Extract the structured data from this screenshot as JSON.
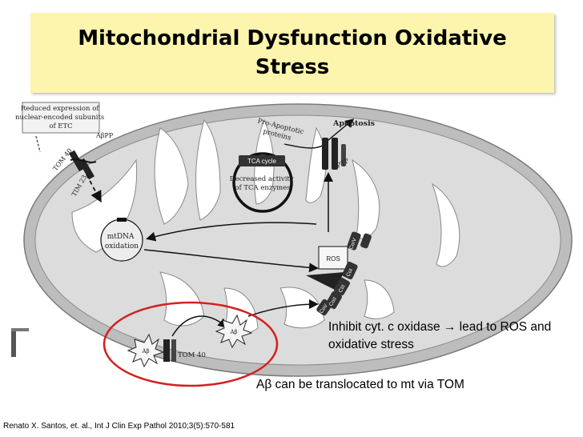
{
  "title": "Mitochondrial Dysfunction Oxidative Stress",
  "diagram": {
    "reduced_expression": [
      "Reduced expression of",
      "nuclear-encoded subunits",
      "of ETC"
    ],
    "tom40_top": "TOM 40",
    "abpp": "AβPP",
    "tim23": "TIM 23",
    "pro_apoptotic": [
      "Pro-Apoptotic",
      "proteins"
    ],
    "apoptosis": "Apoptosis",
    "ptp": "PTP",
    "tca_cycle": "TCA cycle",
    "decreased_activity": [
      "Decreased activity",
      "of TCA enzymes"
    ],
    "mtdna": [
      "mtDNA",
      "oxidation"
    ],
    "ros": "ROS",
    "complexes": [
      "CoIV",
      "CoI",
      "CIII",
      "CoII",
      "CoV"
    ],
    "ab_label": "Aβ",
    "tom40_bottom": "TOM 40"
  },
  "notes": {
    "inhibit": "Inhibit cyt. c oxidase → lead to ROS and oxidative stress",
    "translocated": "Aβ can be translocated to mt via TOM"
  },
  "citation": "Renato X. Santos, et. al., Int J Clin Exp Pathol 2010;3(5):570-581",
  "colors": {
    "title_bg": "#fdf5ae",
    "outer_membrane": "#bdbdbd",
    "matrix": "#dcdcdc",
    "highlight_circle": "#d32020"
  }
}
